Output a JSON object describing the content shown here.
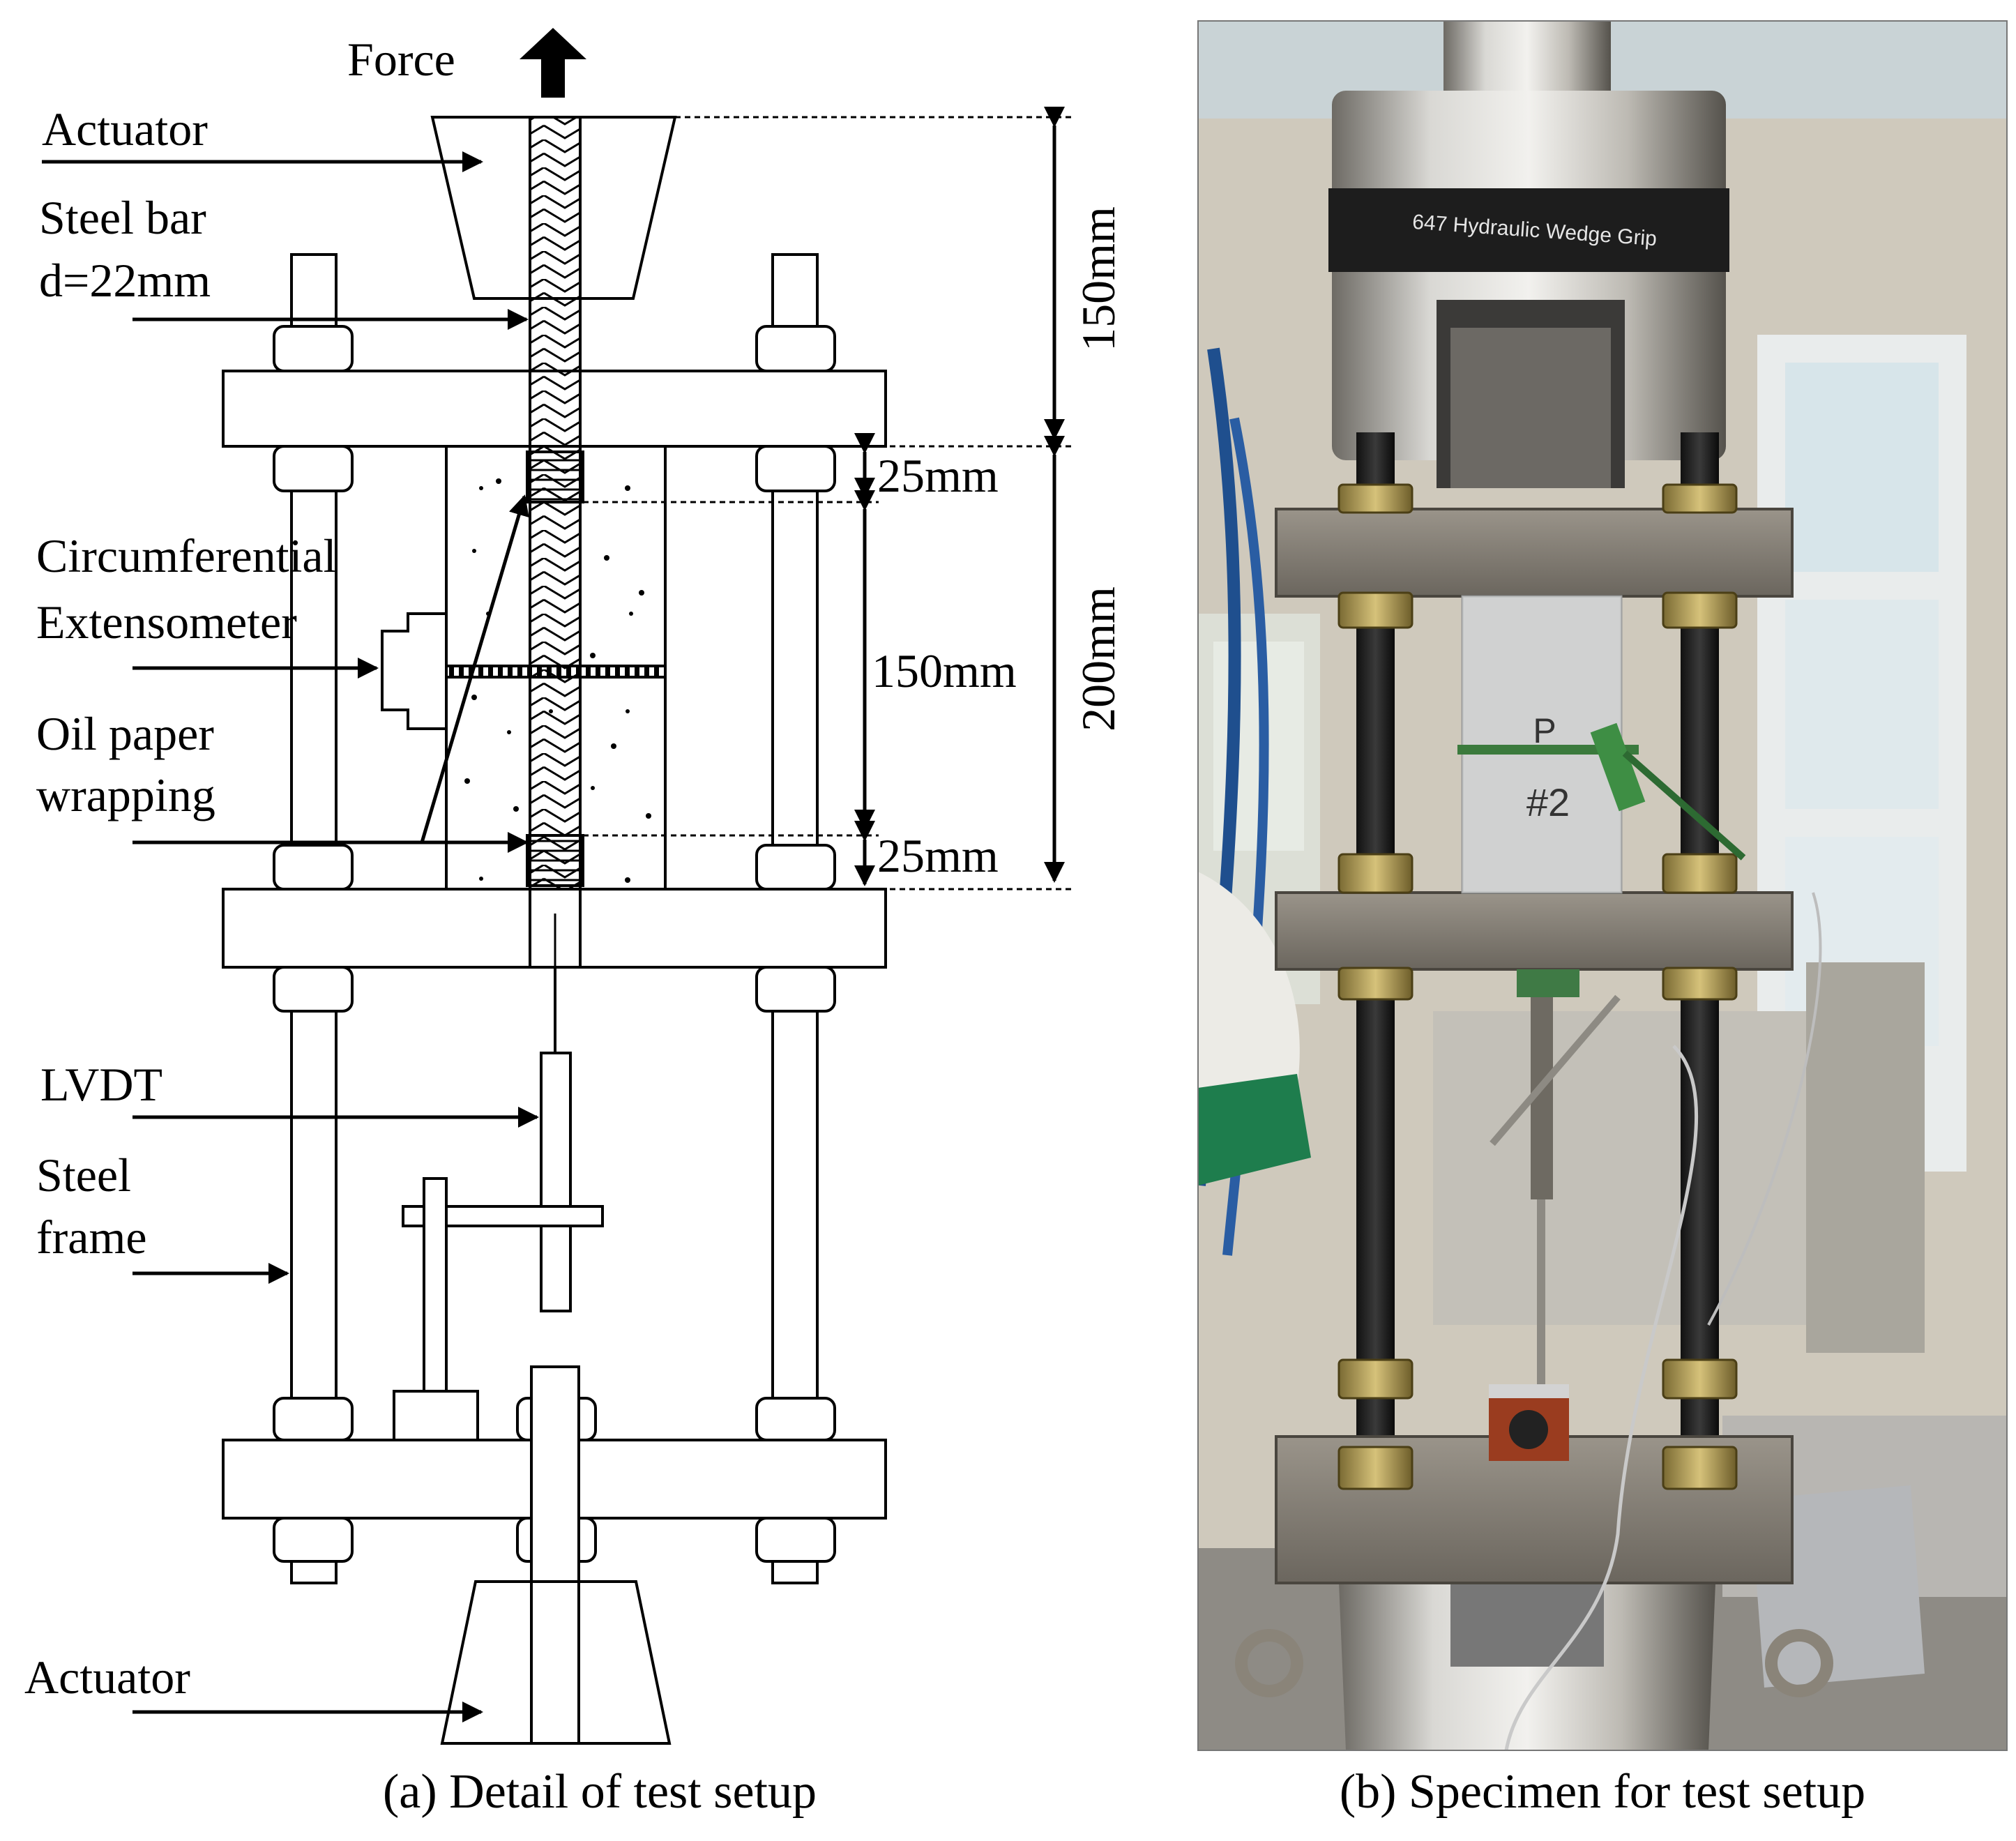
{
  "panel_a": {
    "force_label": "Force",
    "actuator_top_label": "Actuator",
    "steel_bar_label_line1": "Steel bar",
    "steel_bar_label_line2": "d=22mm",
    "extensometer_label_line1": "Circumferential",
    "extensometer_label_line2": "Extensometer",
    "oil_paper_label_line1": "Oil paper",
    "oil_paper_label_line2": "wrapping",
    "lvdt_label": "LVDT",
    "steel_frame_label_line1": "Steel",
    "steel_frame_label_line2": "frame",
    "actuator_bottom_label": "Actuator",
    "dim_top": "150mm",
    "dim_total": "200mm",
    "dim_upper_bond": "25mm",
    "dim_mid": "150mm",
    "dim_lower_bond": "25mm",
    "caption": "(a) Detail of test setup"
  },
  "panel_b": {
    "grip_text": "647 Hydraulic Wedge Grip",
    "specimen_mark_line1": "P",
    "specimen_mark_line2": "#2",
    "caption": "(b) Specimen for test setup"
  }
}
